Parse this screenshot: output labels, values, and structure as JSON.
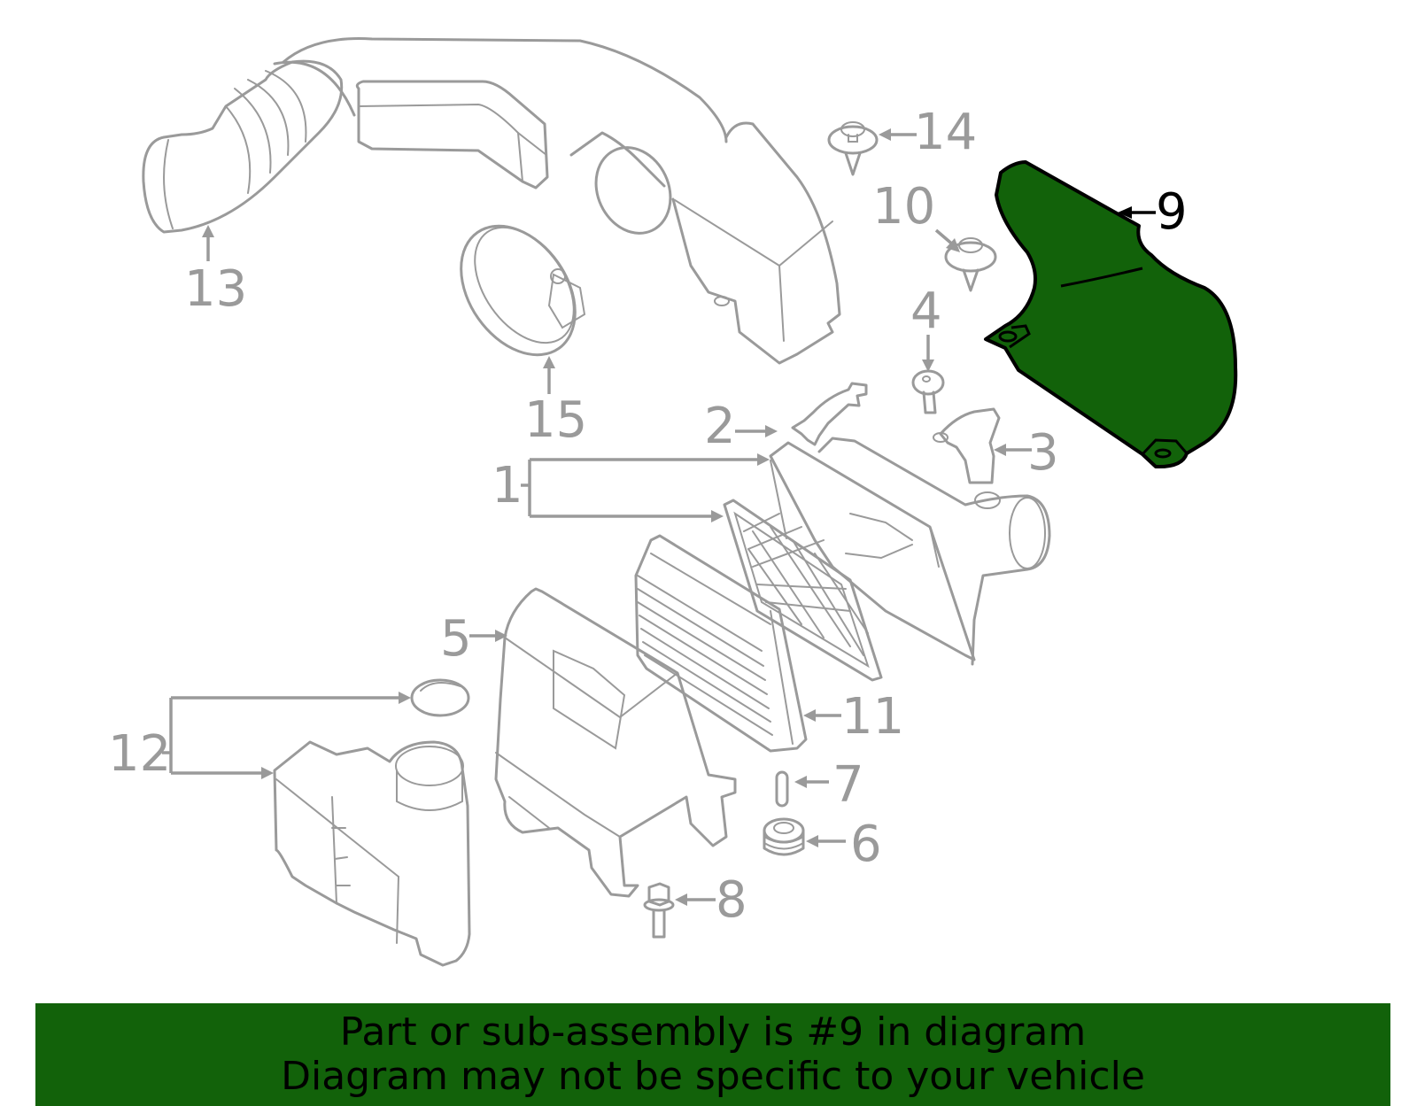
{
  "diagram": {
    "highlighted_part": "9",
    "highlight_color": "#12620a",
    "line_color": "#9a9a9a",
    "callouts": [
      {
        "number": "1",
        "part": "air cleaner housing upper & filter frame"
      },
      {
        "number": "2",
        "part": "bracket"
      },
      {
        "number": "3",
        "part": "clip / bracket"
      },
      {
        "number": "4",
        "part": "bolt"
      },
      {
        "number": "5",
        "part": "air cleaner lower case"
      },
      {
        "number": "6",
        "part": "grommet"
      },
      {
        "number": "7",
        "part": "pin"
      },
      {
        "number": "8",
        "part": "bolt"
      },
      {
        "number": "9",
        "part": "cover / duct shield"
      },
      {
        "number": "10",
        "part": "screw"
      },
      {
        "number": "11",
        "part": "air filter element"
      },
      {
        "number": "12",
        "part": "resonator & clamp"
      },
      {
        "number": "13",
        "part": "intake duct hose"
      },
      {
        "number": "14",
        "part": "screw"
      },
      {
        "number": "15",
        "part": "hose clamp"
      }
    ],
    "labels": {
      "n1": "1",
      "n2": "2",
      "n3": "3",
      "n4": "4",
      "n5": "5",
      "n6": "6",
      "n7": "7",
      "n8": "8",
      "n9": "9",
      "n10": "10",
      "n11": "11",
      "n12": "12",
      "n13": "13",
      "n14": "14",
      "n15": "15"
    }
  },
  "banner": {
    "line1": "Part or sub-assembly is #9 in diagram",
    "line2": "Diagram may not be specific to your vehicle",
    "background": "#12620a"
  }
}
